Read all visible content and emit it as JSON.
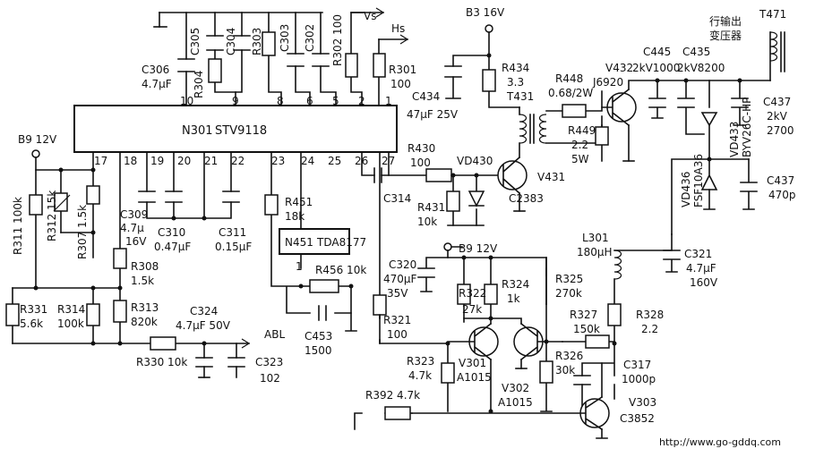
{
  "chip_n301": {
    "designator": "N301",
    "part": "STV9118",
    "top_pins": [
      "10",
      "9",
      "8",
      "6",
      "5",
      "2",
      "1"
    ],
    "bottom_pins": [
      "17",
      "18",
      "19",
      "20",
      "21",
      "22",
      "23",
      "24",
      "25",
      "26",
      "27"
    ]
  },
  "chip_n451": {
    "designator": "N451",
    "part": "TDA8177",
    "pin": "1"
  },
  "supplies": {
    "b9_left": "B9  12V",
    "b3": "B3  16V",
    "b9_mid": "B9  12V",
    "vs": "Vs",
    "hs": "Hs",
    "abl": "ABL"
  },
  "labels": {
    "c306": [
      "C306",
      "4.7μF"
    ],
    "c305": "C305",
    "r304": "R304",
    "c304": "C304",
    "r303": "R303",
    "c303": "C303",
    "c302": "C302",
    "r302": "R302 100",
    "r301": [
      "R301",
      "100"
    ],
    "r311": "R311  100k",
    "r312": "R312 15k",
    "r307": "R307 1.5k",
    "c309": [
      "C309",
      "4.7μ",
      "16V"
    ],
    "c310": [
      "C310",
      "0.47μF"
    ],
    "c311": [
      "C311",
      "0.15μF"
    ],
    "r308": [
      "R308",
      "1.5k"
    ],
    "r313": [
      "R313",
      "820k"
    ],
    "r331": [
      "R331",
      "5.6k"
    ],
    "r314": [
      "R314",
      "100k"
    ],
    "c324": [
      "C324",
      "4.7μF 50V"
    ],
    "r330": "R330  10k",
    "c323": [
      "C323",
      "102"
    ],
    "r451": [
      "R451",
      "18k"
    ],
    "r456": "R456  10k",
    "c453": [
      "C453",
      "1500"
    ],
    "c314": "C314",
    "r430": [
      "R430",
      "100"
    ],
    "vd430": "VD430",
    "r431": [
      "R431",
      "10k"
    ],
    "v431": [
      "V431",
      "C2383"
    ],
    "c434": [
      "C434",
      "47μF  25V"
    ],
    "r434": [
      "R434",
      "3.3"
    ],
    "t431": "T431",
    "r448": [
      "R448",
      "0.68/2W"
    ],
    "r449": [
      "R449",
      "2.2",
      "5W"
    ],
    "v432": [
      "V432",
      "J6920"
    ],
    "c445": [
      "C445",
      "2kV1000"
    ],
    "c435": [
      "C435",
      "2kV8200"
    ],
    "t471": "T471",
    "flyback": [
      "行输出",
      "变压器"
    ],
    "c437_top": [
      "C437",
      "2kV",
      "2700"
    ],
    "vd433": [
      "VD433",
      "BYV26C-HP"
    ],
    "vd436": [
      "VD436",
      "FSF10A36"
    ],
    "c437_bot": [
      "C437",
      "470p"
    ],
    "l301": [
      "L301",
      "180μH"
    ],
    "c321": [
      "C321",
      "4.7μF",
      "160V"
    ],
    "c320": [
      "C320",
      "470μF",
      "35V"
    ],
    "r322": [
      "R322",
      "27k"
    ],
    "r324": [
      "R324",
      "1k"
    ],
    "r325": [
      "R325",
      "270k"
    ],
    "r321": [
      "R321",
      "100"
    ],
    "r327": [
      "R327",
      "150k"
    ],
    "r328": [
      "R328",
      "2.2"
    ],
    "r323": [
      "R323",
      "4.7k"
    ],
    "v301": [
      "V301",
      "A1015"
    ],
    "v302": [
      "V302",
      "A1015"
    ],
    "r326": [
      "R326",
      "30k"
    ],
    "c317": [
      "C317",
      "1000p"
    ],
    "v303": [
      "V303",
      "C3852"
    ],
    "r392": "R392  4.7k"
  },
  "watermark": "http://www.go-gddq.com"
}
